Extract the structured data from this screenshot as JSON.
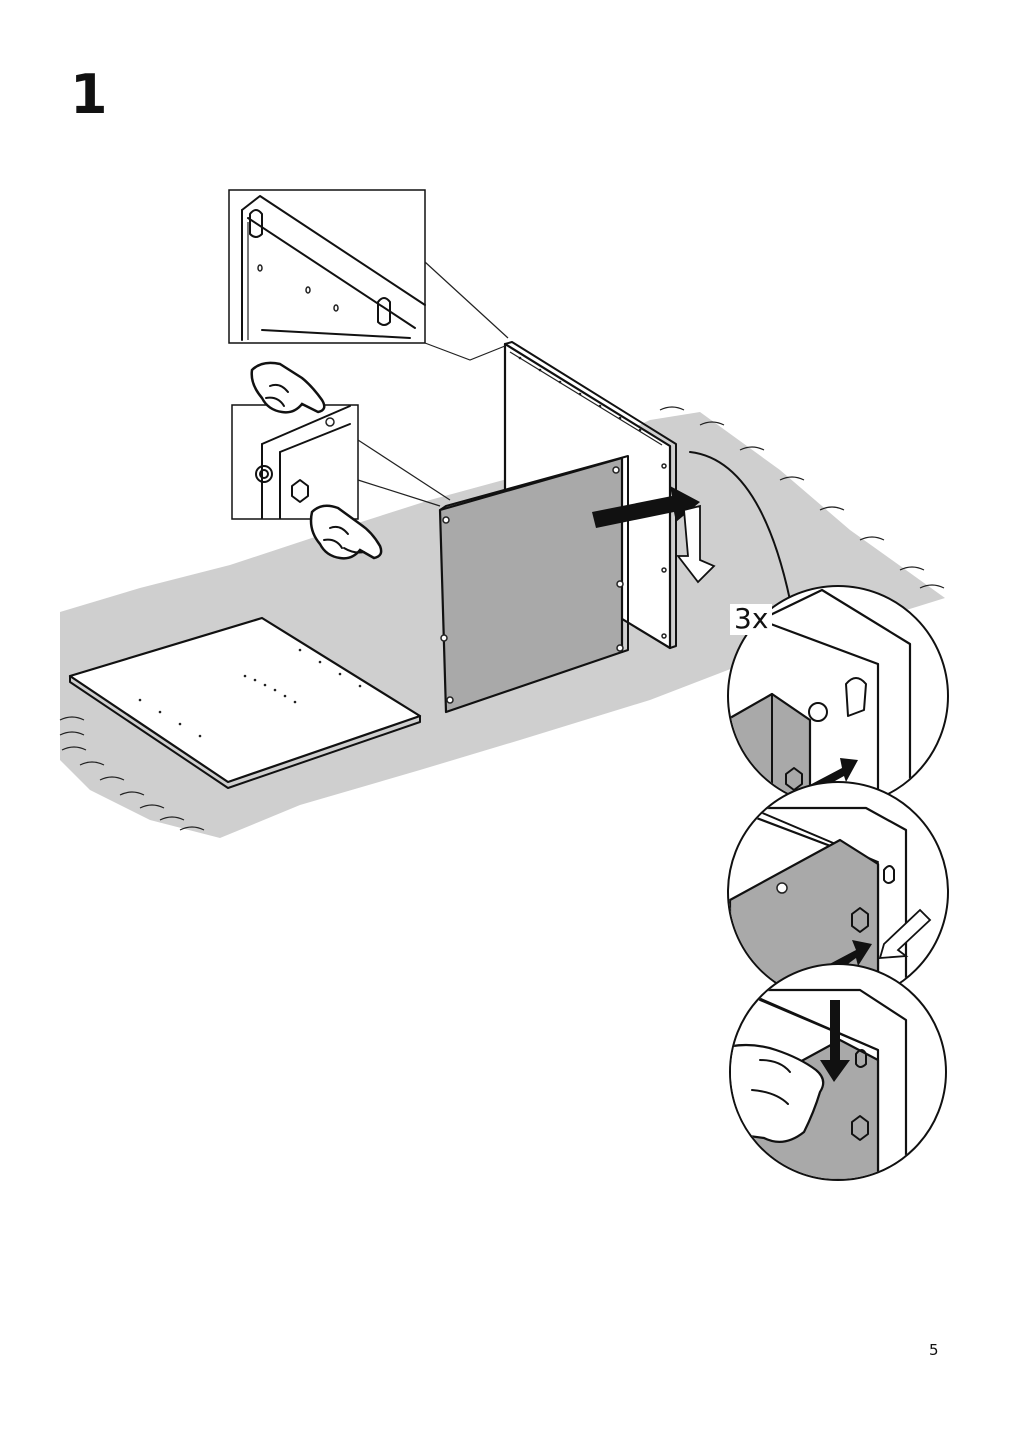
{
  "page": {
    "step_number": "1",
    "page_number": "5"
  },
  "callouts": {
    "quantity": "3x"
  },
  "icons": {
    "hand_touch_ok": "hand-pointing-icon",
    "hand_touch_not": "hand-pointing-cross-icon",
    "push_arrow": "arrow-right-icon",
    "down_arrow": "arrow-down-icon"
  },
  "colors": {
    "ink": "#111111",
    "panel_gray": "#a9a9a9",
    "rug_gray": "#cfcfcf",
    "background": "#ffffff"
  }
}
